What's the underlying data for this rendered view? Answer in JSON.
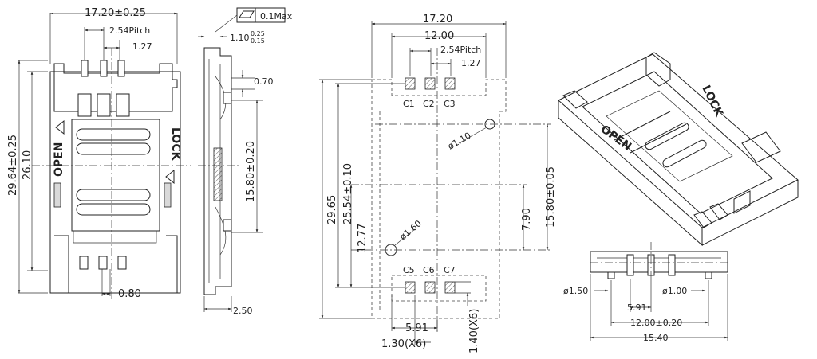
{
  "front": {
    "width": "17.20±0.25",
    "pitch": "2.54Pitch",
    "pitch_small": "1.27",
    "height_total": "29.64±0.25",
    "height_body": "26.10",
    "pin_gap": "0.80",
    "open": "OPEN",
    "lock": "LOCK"
  },
  "side": {
    "flatness": "0.1Max",
    "thickness_main": "1.10",
    "thickness_sup": "0.25",
    "thickness_sub": "0.15",
    "lead": "0.70",
    "window": "15.80±0.20",
    "bottom": "2.50"
  },
  "footprint": {
    "width": "17.20",
    "inner": "12.00",
    "pitch": "2.54Pitch",
    "pitch_small": "1.27",
    "top_pads": [
      "C1",
      "C2",
      "C3"
    ],
    "bottom_pads": [
      "C5",
      "C6",
      "C7"
    ],
    "hole_small": "ø1.10",
    "hole_large": "ø1.60",
    "total_height": "29.65",
    "pad_span": "25.54±0.10",
    "hole_offset": "12.77",
    "hole_gap": "7.90",
    "window": "15.80±0.05",
    "bottom_span": "5.91",
    "pad_width": "1.30(X6)",
    "pad_length": "1.40(X6)"
  },
  "iso": {
    "lock": "LOCK",
    "open": "OPEN"
  },
  "end": {
    "peg_large": "ø1.50",
    "peg_small": "ø1.00",
    "span_small": "5.91",
    "span_mid": "12.00±0.20",
    "span_total": "15.40"
  }
}
